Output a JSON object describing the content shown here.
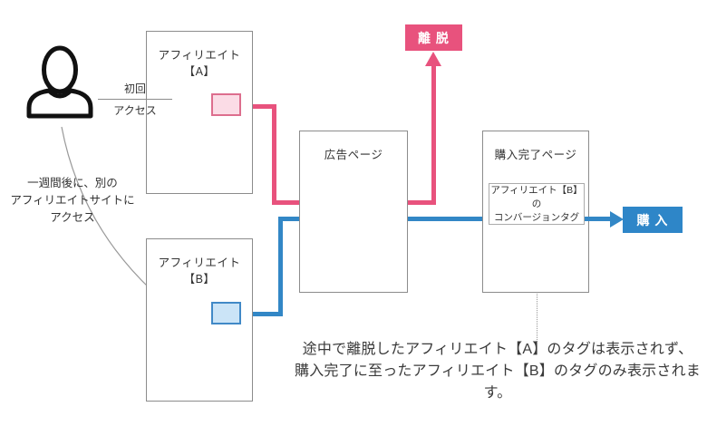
{
  "diagram": {
    "first_access": {
      "top": "初回",
      "bottom": "アクセス"
    },
    "person_note": "一週間後に、別の\nアフィリエイトサイトに\nアクセス",
    "boxes": {
      "affiliate_a": "アフィリエイト\n【A】",
      "affiliate_b": "アフィリエイト\n【B】",
      "ad_page": "広告ページ",
      "purchase_page": "購入完了ページ",
      "conversion_tag": "アフィリエイト【B】の\nコンバージョンタグ"
    },
    "badges": {
      "exit": "離 脱",
      "purchase": "購 入"
    },
    "bottom_note": "途中で離脱したアフィリエイト【A】のタグは表示されず、\n購入完了に至ったアフィリエイト【B】のタグのみ表示されます。",
    "colors": {
      "pink": "#E8527D",
      "pink_light": "#FBDCE6",
      "blue": "#3287C6",
      "blue_badge": "#2E86C8",
      "blue_light": "#CBE4F7",
      "box_border": "#8C8C8C"
    }
  }
}
